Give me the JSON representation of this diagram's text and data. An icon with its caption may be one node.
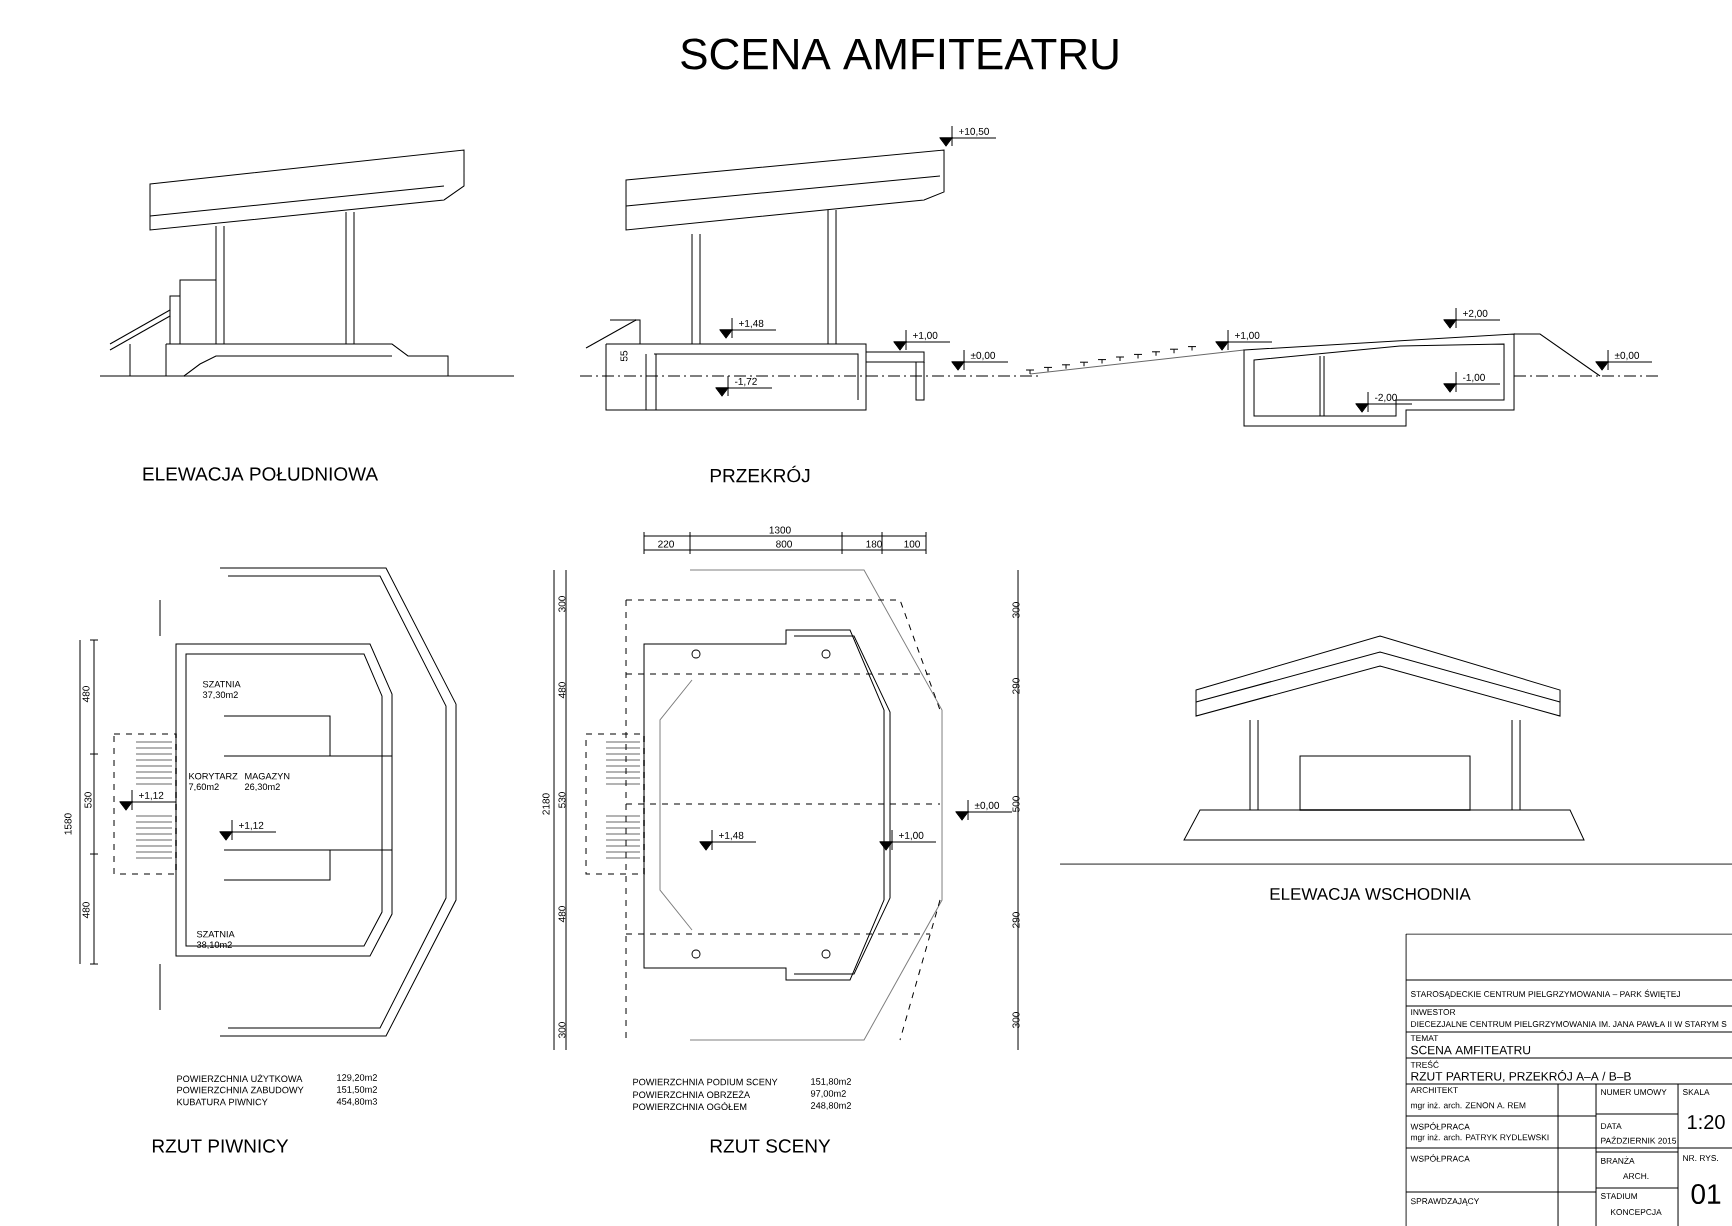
{
  "diagram": {
    "title": "SCENA AMFITEATRU",
    "labels": [
      "ELEWACJA POŁUDNIOWA",
      "PRZEKRÓJ",
      "+10,50",
      "+1,48",
      "-1,72",
      "55",
      "+1,00",
      "±0,00",
      "+1,00",
      "+2,00",
      "-1,00",
      "-2,00",
      "±0,00",
      "RZUT PIWNICY",
      "SZATNIA 37,30m2",
      "KORYTARZ 7,60m2",
      "MAGAZYN 26,30m2",
      "+1,12",
      "+1,12",
      "SZATNIA 38,10m2",
      "480",
      "1580",
      "530",
      "480",
      "POWIERZCHNIA UŻYTKOWA",
      "129,20m2",
      "POWIERZCHNIA ZABUDOWY",
      "151,50m2",
      "KUBATURA PIWNICY",
      "454,80m3",
      "1300",
      "220",
      "800",
      "180",
      "100",
      "2180",
      "300",
      "480",
      "530",
      "480",
      "300",
      "300",
      "290",
      "500",
      "290",
      "300",
      "+1,48",
      "+1,00",
      "±0,00",
      "POWIERZCHNIA PODIUM SCENY",
      "151,80m2",
      "POWIERZCHNIA OBRZEŻA",
      "97,00m2",
      "POWIERZCHNIA OGÓŁEM",
      "248,80m2",
      "RZUT SCENY",
      "ELEWACJA WSCHODNIA",
      "STAROSĄDECKIE CENTRUM PIELGRZYMOWANIA – PARK ŚWIĘTEJ",
      "INWESTOR",
      "DIECEZJALNE CENTRUM PIELGRZYMOWANIA IM. JANA PAWŁA II W STARYM S",
      "TEMAT",
      "SCENA AMFITEATRU",
      "TREŚĆ",
      "RZUT PARTERU, PRZEKRÓJ A–A / B–B",
      "ARCHITEKT",
      "NUMER UMOWY",
      "SKALA",
      "mgr inż. arch. ZENON A. REM",
      "1:20",
      "WSPÓŁPRACA",
      "DATA",
      "mgr inż. arch. PATRYK RYDLEWSKI",
      "PAŹDZIERNIK 2015",
      "WSPÓŁPRACA",
      "BRANŻA",
      "NR. RYS.",
      "ARCH.",
      "SPRAWDZAJĄCY",
      "STADIUM",
      "KONCEPCJA",
      "01"
    ]
  }
}
